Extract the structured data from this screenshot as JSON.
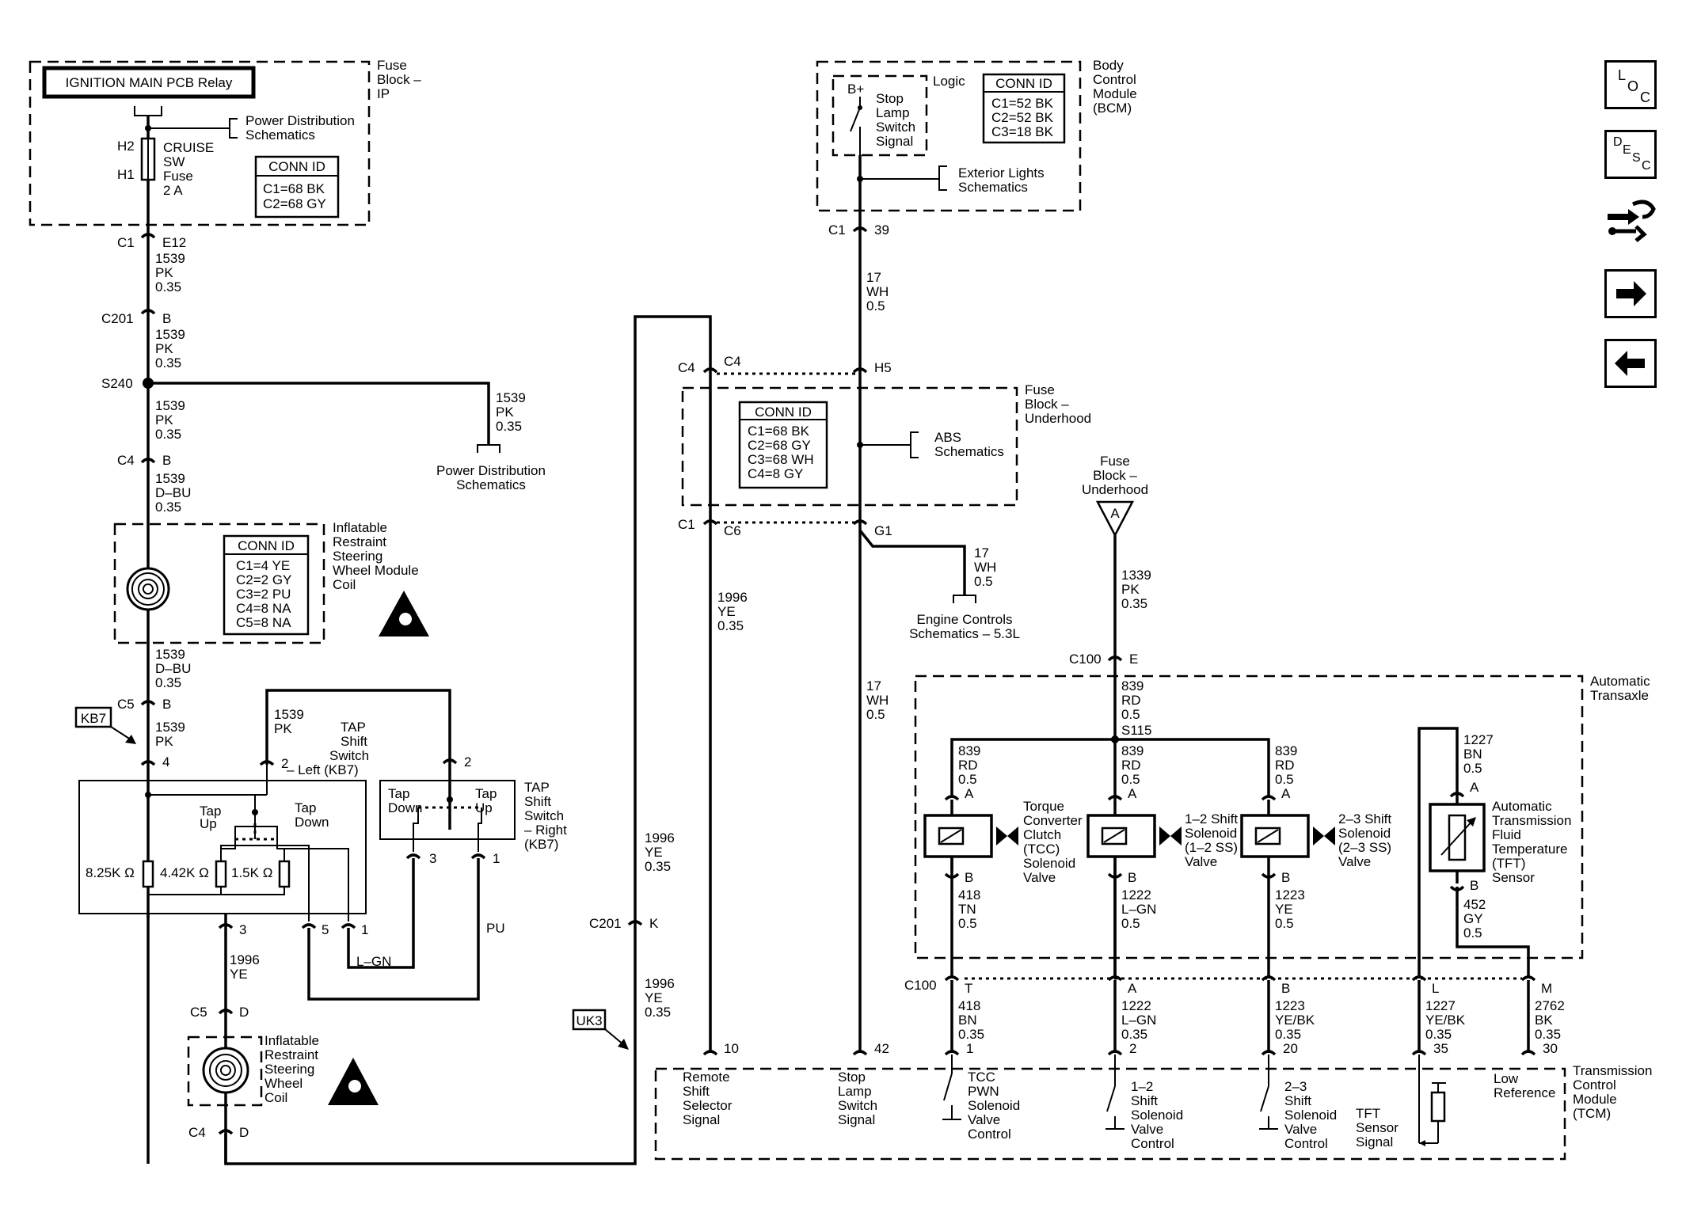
{
  "relay": {
    "title": "IGNITION MAIN PCB Relay"
  },
  "fuse_block_ip": {
    "l1": "Fuse",
    "l2": "Block –",
    "l3": "IP"
  },
  "pwr_dist_1": {
    "l1": "Power Distribution",
    "l2": "Schematics"
  },
  "cruise_fuse": {
    "h2": "H2",
    "h1": "H1",
    "l1": "CRUISE",
    "l2": "SW",
    "l3": "Fuse",
    "l4": "2 A"
  },
  "conn_ip": {
    "title": "CONN ID",
    "r1": "C1=68 BK",
    "r2": "C2=68 GY"
  },
  "left_conn": {
    "c1": "C1",
    "e12": "E12",
    "w1a": "1539",
    "w1b": "PK",
    "w1c": "0.35",
    "c201": "C201",
    "c201b": "B",
    "w2a": "1539",
    "w2b": "PK",
    "w2c": "0.35",
    "s240": "S240",
    "w3a": "1539",
    "w3b": "PK",
    "w3c": "0.35",
    "w4a": "1539",
    "w4b": "PK",
    "w4c": "0.35",
    "c4": "C4",
    "c4b": "B",
    "w5a": "1539",
    "w5b": "D–BU",
    "w5c": "0.35"
  },
  "pwr_dist_2": {
    "l1": "Power Distribution",
    "l2": "Schematics"
  },
  "coil_module": {
    "l1": "Inflatable",
    "l2": "Restraint",
    "l3": "Steering",
    "l4": "Wheel Module",
    "l5": "Coil"
  },
  "conn_coil": {
    "title": "CONN ID",
    "r1": "C1=4 YE",
    "r2": "C2=2 GY",
    "r3": "C3=2 PU",
    "r4": "C4=8 NA",
    "r5": "C5=8 NA"
  },
  "left_lower": {
    "w6a": "1539",
    "w6b": "D–BU",
    "w6c": "0.35",
    "c5": "C5",
    "c5b": "B",
    "kb7": "KB7",
    "w7a": "1539",
    "w7b": "PK",
    "p4": "4",
    "p2": "2",
    "w8a": "1539",
    "w8b": "PK"
  },
  "tap_left": {
    "l1": "TAP",
    "l2": "Shift",
    "l3": "Switch",
    "l4": "– Left (KB7)",
    "up1": "Tap",
    "up2": "Up",
    "dn1": "Tap",
    "dn2": "Down",
    "r1": "8.25K Ω",
    "r2": "4.42K Ω",
    "r3": "1.5K Ω",
    "p3": "3",
    "p5": "5",
    "p1": "1"
  },
  "tap_right": {
    "l1": "TAP",
    "l2": "Shift",
    "l3": "Switch",
    "l4": "– Right",
    "l5": "(KB7)",
    "dn1": "Tap",
    "dn2": "Down",
    "up1": "Tap",
    "up2": "Up",
    "p2": "2",
    "p3": "3",
    "p1": "1"
  },
  "left_bottom": {
    "w9a": "1996",
    "w9b": "YE",
    "c5": "C5",
    "c5d": "D",
    "lgn": "L–GN",
    "pu": "PU",
    "c4": "C4",
    "c4d": "D"
  },
  "coil_lower": {
    "l1": "Inflatable",
    "l2": "Restraint",
    "l3": "Steering",
    "l4": "Wheel",
    "l5": "Coil"
  },
  "middle": {
    "c4a": "C4",
    "c4b": "C4",
    "c1": "C1",
    "c6": "C6",
    "w10a": "1996",
    "w10b": "YE",
    "w10c": "0.35",
    "w11a": "1996",
    "w11b": "YE",
    "w11c": "0.35",
    "c201": "C201",
    "k": "K",
    "w12a": "1996",
    "w12b": "YE",
    "w12c": "0.35",
    "uk3": "UK3"
  },
  "fuse_block_uh": {
    "l1": "Fuse",
    "l2": "Block –",
    "l3": "Underhood"
  },
  "conn_uh": {
    "title": "CONN ID",
    "r1": "C1=68 BK",
    "r2": "C2=68 GY",
    "r3": "C3=68 WH",
    "r4": "C4=8 GY"
  },
  "abs": {
    "l1": "ABS",
    "l2": "Schematics"
  },
  "bcm": {
    "l1": "Body",
    "l2": "Control",
    "l3": "Module",
    "l4": "(BCM)",
    "logic": "Logic",
    "bplus": "B+",
    "s1": "Stop",
    "s2": "Lamp",
    "s3": "Switch",
    "s4": "Signal"
  },
  "conn_bcm": {
    "title": "CONN ID",
    "r1": "C1=52 BK",
    "r2": "C2=52 BK",
    "r3": "C3=18 BK"
  },
  "ext_lights": {
    "l1": "Exterior Lights",
    "l2": "Schematics"
  },
  "stop_wire": {
    "c1": "C1",
    "p39": "39",
    "w1a": "17",
    "w1b": "WH",
    "w1c": "0.5",
    "h5": "H5",
    "g1": "G1",
    "w2a": "17",
    "w2b": "WH",
    "w2c": "0.5",
    "w3a": "17",
    "w3b": "WH",
    "w3c": "0.5"
  },
  "eng_ctrl": {
    "l1": "Engine Controls",
    "l2": "Schematics – 5.3L"
  },
  "fuse_uh_a": {
    "l1": "Fuse",
    "l2": "Block –",
    "l3": "Underhood",
    "a": "A"
  },
  "trans_feed": {
    "w1a": "1339",
    "w1b": "PK",
    "w1c": "0.35",
    "c100": "C100",
    "e": "E",
    "w2a": "839",
    "w2b": "RD",
    "w2c": "0.5",
    "s115": "S115"
  },
  "auto_trans": {
    "l1": "Automatic",
    "l2": "Transaxle"
  },
  "solenoids": [
    {
      "w_in": [
        "839",
        "RD",
        "0.5"
      ],
      "pa": "A",
      "pb": "B",
      "n1": "Torque",
      "n2": "Converter",
      "n3": "Clutch",
      "n4": "(TCC)",
      "n5": "Solenoid",
      "n6": "Valve",
      "w_out": [
        "418",
        "TN",
        "0.5"
      ]
    },
    {
      "w_in": [
        "839",
        "RD",
        "0.5"
      ],
      "pa": "A",
      "pb": "B",
      "n1": "1–2 Shift",
      "n2": "Solenoid",
      "n3": "(1–2 SS)",
      "n4": "Valve",
      "n5": "",
      "n6": "",
      "w_out": [
        "1222",
        "L–GN",
        "0.5"
      ]
    },
    {
      "w_in": [
        "839",
        "RD",
        "0.5"
      ],
      "pa": "A",
      "pb": "B",
      "n1": "2–3 Shift",
      "n2": "Solenoid",
      "n3": "(2–3 SS)",
      "n4": "Valve",
      "n5": "",
      "n6": "",
      "w_out": [
        "1223",
        "YE",
        "0.5"
      ]
    }
  ],
  "tft": {
    "w_in": [
      "1227",
      "BN",
      "0.5"
    ],
    "pa": "A",
    "pb": "B",
    "n1": "Automatic",
    "n2": "Transmission",
    "n3": "Fluid",
    "n4": "Temperature",
    "n5": "(TFT)",
    "n6": "Sensor",
    "w_out": [
      "452",
      "GY",
      "0.5"
    ]
  },
  "c100_row": {
    "c100": "C100",
    "pins": [
      "T",
      "A",
      "B",
      "L",
      "M"
    ],
    "wires": [
      [
        "418",
        "BN",
        "0.35"
      ],
      [
        "1222",
        "L–GN",
        "0.35"
      ],
      [
        "1223",
        "YE/BK",
        "0.35"
      ],
      [
        "1227",
        "YE/BK",
        "0.35"
      ],
      [
        "2762",
        "BK",
        "0.35"
      ]
    ],
    "tcm_pins": [
      "1",
      "2",
      "20",
      "35",
      "30"
    ]
  },
  "tcm": {
    "l1": "Transmission",
    "l2": "Control",
    "l3": "Module",
    "l4": "(TCM)",
    "p10": "10",
    "p42": "42",
    "rs1": "Remote",
    "rs2": "Shift",
    "rs3": "Selector",
    "rs4": "Signal",
    "ss1": "Stop",
    "ss2": "Lamp",
    "ss3": "Switch",
    "ss4": "Signal",
    "t1": "TCC",
    "t2": "PWN",
    "t3": "Solenoid",
    "t4": "Valve",
    "t5": "Control",
    "a1": "1–2",
    "a2": "Shift",
    "a3": "Solenoid",
    "a4": "Valve",
    "a5": "Control",
    "b1": "2–3",
    "b2": "Shift",
    "b3": "Solenoid",
    "b4": "Valve",
    "b5": "Control",
    "f1": "TFT",
    "f2": "Sensor",
    "f3": "Signal",
    "lr1": "Low",
    "lr2": "Reference"
  },
  "nav": {
    "loc_l": "L",
    "loc_o": "O",
    "loc_c": "C",
    "desc_d": "D",
    "desc_e": "E",
    "desc_s": "S",
    "desc_c": "C"
  }
}
